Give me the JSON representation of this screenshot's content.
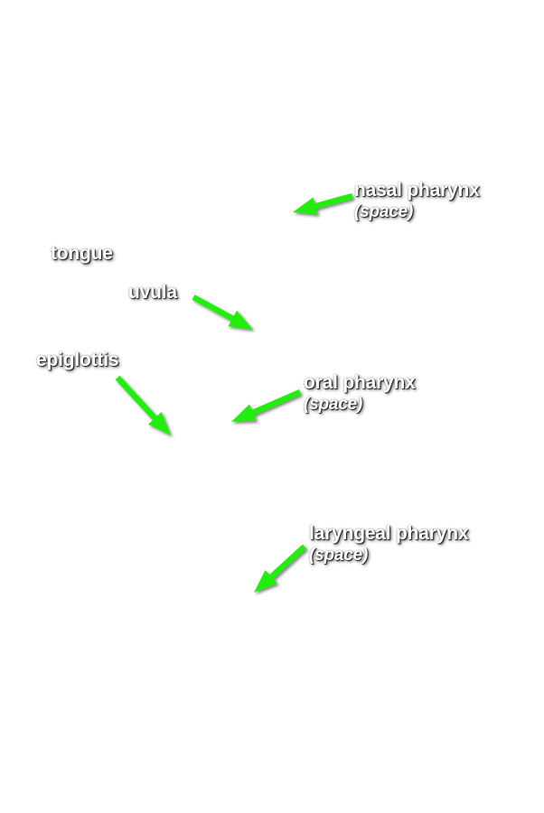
{
  "colors": {
    "arrow_fill": "#22ee11",
    "label_text": "#ffffff",
    "background": "#ffffff"
  },
  "labels": {
    "nasal_pharynx": {
      "main": "nasal pharynx",
      "sub": "(space)"
    },
    "tongue": {
      "main": "tongue"
    },
    "uvula": {
      "main": "uvula"
    },
    "epiglottis": {
      "main": "epiglottis"
    },
    "oral_pharynx": {
      "main": "oral pharynx",
      "sub": "(space)"
    },
    "laryngeal_pharynx": {
      "main": "laryngeal pharynx",
      "sub": "(space)"
    }
  }
}
